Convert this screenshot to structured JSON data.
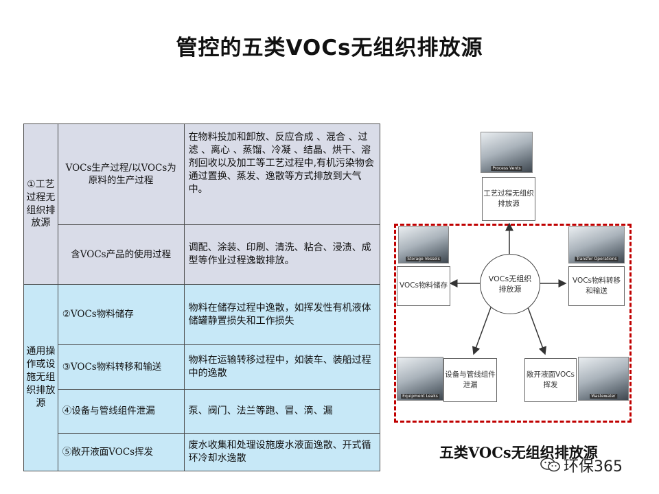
{
  "title": "管控的五类VOCs无组织排放源",
  "table": {
    "group1": {
      "label": "①工艺过程无组织排放源",
      "rows": [
        {
          "category": "VOCs生产过程/以VOCs为原料的生产过程",
          "description": "在物料投加和卸放、反应合成 、混合 、过滤 、离心 、蒸馏、冷凝 、结晶、烘干、溶剂回收以及加工等工艺过程中,有机污染物会通过置换、蒸发、逸散等方式排放到大气中。"
        },
        {
          "category": "含VOCs产品的使用过程",
          "description": "调配、涂装、印刷、清洗、粘合、浸渍、成型等作业过程逸散排放。"
        }
      ]
    },
    "group2": {
      "label": "通用操作或设施无组织排放源",
      "rows": [
        {
          "category": "②VOCs物料储存",
          "description": "物料在储存过程中逸散，如挥发性有机液体储罐静置损失和工作损失"
        },
        {
          "category": "③VOCs物料转移和输送",
          "description": "物料在运输转移过程中，如装车、装船过程中的逸散"
        },
        {
          "category": "④设备与管线组件泄漏",
          "description": "泵、阀门、法兰等跑、冒、滴、漏"
        },
        {
          "category": "⑤敞开液面VOCs挥发",
          "description": "废水收集和处理设施废水液面逸散、开式循环冷却水逸散"
        }
      ]
    }
  },
  "diagram": {
    "center": "VOCs无组织排放源",
    "nodes": {
      "process": "工艺过程无组织排放源",
      "storage": "VOCs物料储存",
      "transfer": "VOCs物料转移和输送",
      "leaks": "设备与管线组件泄漏",
      "liquid": "敞开液面VOCs挥发"
    },
    "photo_tags": {
      "process": "Process Vents",
      "storage": "Storage Vessels",
      "transfer": "Transfer Operations",
      "leaks": "Equipment Leaks",
      "liquid": "Wastewater"
    },
    "caption": "五类VOCs无组织排放源",
    "highlight_color": "#c00000"
  },
  "watermark": "环保365"
}
